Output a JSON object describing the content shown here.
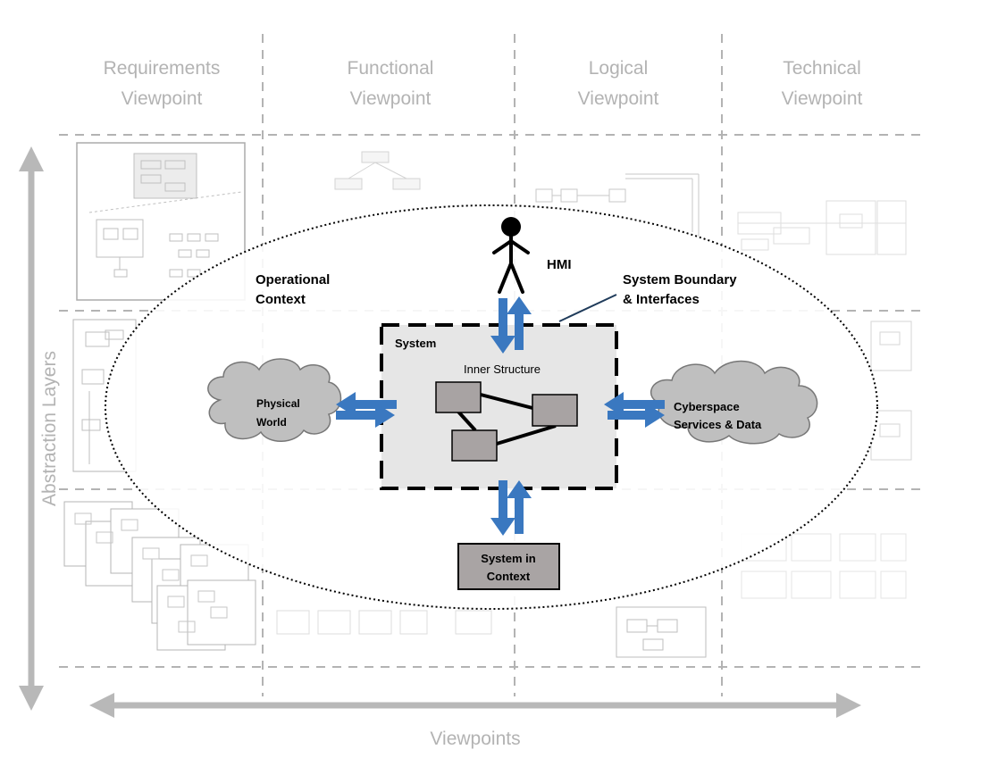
{
  "viewpoints": [
    {
      "line1": "Requirements",
      "line2": "Viewpoint"
    },
    {
      "line1": "Functional",
      "line2": "Viewpoint"
    },
    {
      "line1": "Logical",
      "line2": "Viewpoint"
    },
    {
      "line1": "Technical",
      "line2": "Viewpoint"
    }
  ],
  "axes": {
    "vertical_label": "Abstraction Layers",
    "horizontal_label": "Viewpoints"
  },
  "context": {
    "operational_line1": "Operational",
    "operational_line2": "Context",
    "hmi": "HMI",
    "boundary_line1": "System Boundary",
    "boundary_line2": "& Interfaces",
    "system": "System",
    "inner_structure": "Inner Structure",
    "physical_line1": "Physical",
    "physical_line2": "World",
    "cyber_line1": "Cyberspace",
    "cyber_line2": "Services & Data",
    "sic_line1": "System in",
    "sic_line2": "Context"
  },
  "colors": {
    "arrow_blue": "#3a78c0",
    "cloud_gray": "#bfbfbf",
    "system_fill": "#e6e6e6",
    "component_fill": "#a8a3a3",
    "grid_line": "#b3b3b3"
  }
}
